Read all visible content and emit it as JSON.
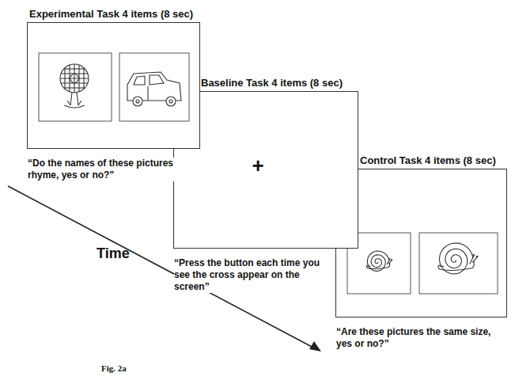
{
  "diagram": {
    "nodes": [
      {
        "text": [
          "Experimental Task 4 items (8 sec)",
          "“Do the names of these pictures rhyme, yes or no?”"
        ]
      },
      {
        "text": [
          "Baseline Task 4 items (8 sec)",
          "+",
          "“Press the button each time you see the cross appear on the screen”"
        ]
      },
      {
        "text": [
          "Control Task 4 items (8 sec)",
          "“Are these pictures the same size, yes or no?”"
        ]
      }
    ],
    "edges": [],
    "labels": [
      "Time",
      "Fig. 2a"
    ]
  }
}
